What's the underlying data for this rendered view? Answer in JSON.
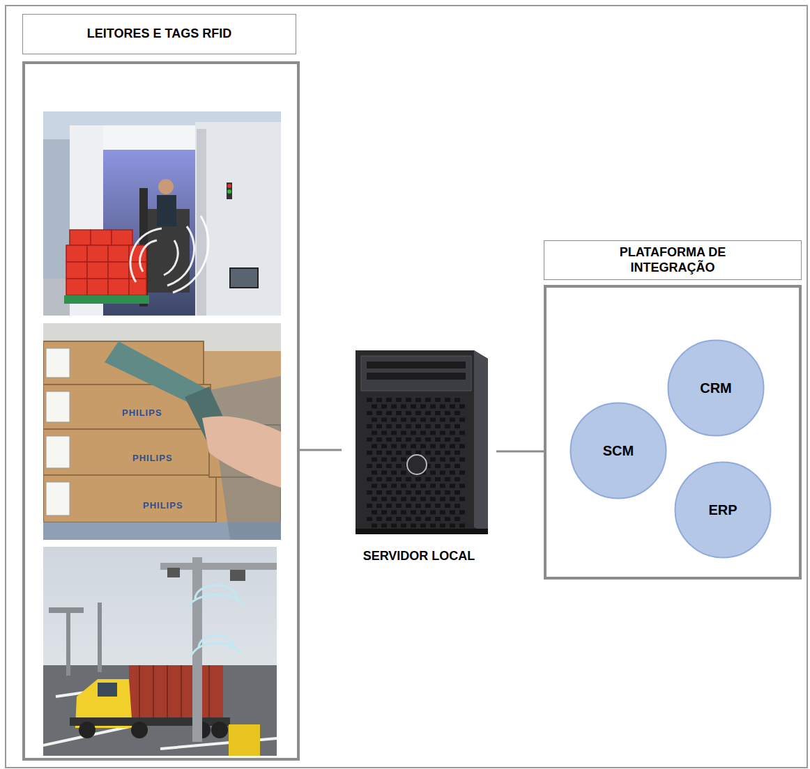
{
  "diagram": {
    "nodes": [
      {
        "text": [
          "LEITORES E TAGS RFID"
        ]
      },
      {
        "text": [
          "SERVIDOR LOCAL"
        ]
      },
      {
        "text": [
          "PLATAFORMA DE INTEGRAÇÃO"
        ]
      },
      {
        "text": [
          "CRM"
        ],
        "in": 2
      },
      {
        "text": [
          "SCM"
        ],
        "in": 2
      },
      {
        "text": [
          "ERP"
        ],
        "in": 2
      }
    ],
    "edges": [
      {
        "from": 0,
        "to": 1,
        "arrow": "none"
      },
      {
        "from": 1,
        "to": 2,
        "arrow": "none"
      }
    ],
    "labels": [
      "PHILIPS",
      "PHILIPS",
      "PHILIPS"
    ]
  }
}
